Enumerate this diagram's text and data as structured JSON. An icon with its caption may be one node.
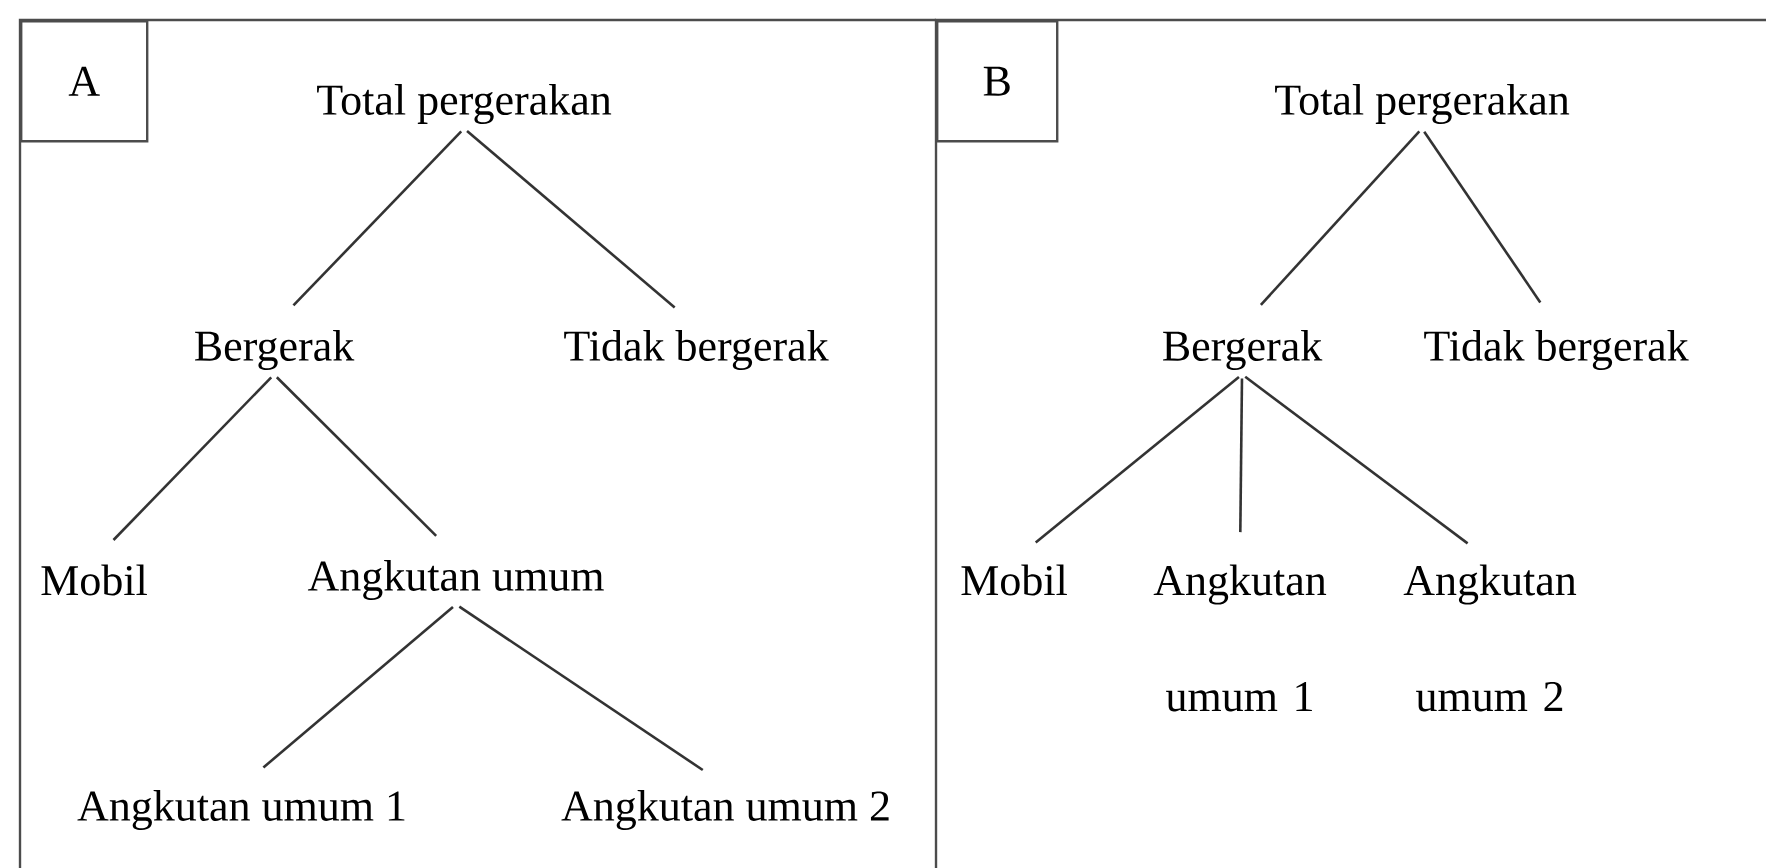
{
  "diagram": {
    "nodes": [
      {
        "text": [
          "A"
        ]
      },
      {
        "text": [
          "Total pergerakan"
        ],
        "in": 0
      },
      {
        "text": [
          "Bergerak"
        ],
        "in": 0
      },
      {
        "text": [
          "Tidak bergerak"
        ],
        "in": 0
      },
      {
        "text": [
          "Mobil"
        ],
        "in": 0
      },
      {
        "text": [
          "Angkutan umum"
        ],
        "in": 0
      },
      {
        "text": [
          "Angkutan umum 1"
        ],
        "in": 0
      },
      {
        "text": [
          "Angkutan umum 2"
        ],
        "in": 0
      },
      {
        "text": [
          "B"
        ]
      },
      {
        "text": [
          "Total pergerakan"
        ],
        "in": 8
      },
      {
        "text": [
          "Bergerak"
        ],
        "in": 8
      },
      {
        "text": [
          "Tidak bergerak"
        ],
        "in": 8
      },
      {
        "text": [
          "Mobil"
        ],
        "in": 8
      },
      {
        "text": [
          "Angkutan umum 1"
        ],
        "in": 8
      },
      {
        "text": [
          "Angkutan umum 2"
        ],
        "in": 8
      }
    ],
    "edges": [
      {
        "from": 1,
        "to": 2,
        "arrow": "none"
      },
      {
        "from": 1,
        "to": 3,
        "arrow": "none"
      },
      {
        "from": 2,
        "to": 4,
        "arrow": "none"
      },
      {
        "from": 2,
        "to": 5,
        "arrow": "none"
      },
      {
        "from": 5,
        "to": 6,
        "arrow": "none"
      },
      {
        "from": 5,
        "to": 7,
        "arrow": "none"
      },
      {
        "from": 9,
        "to": 10,
        "arrow": "none"
      },
      {
        "from": 9,
        "to": 11,
        "arrow": "none"
      },
      {
        "from": 10,
        "to": 12,
        "arrow": "none"
      },
      {
        "from": 10,
        "to": 13,
        "arrow": "none"
      },
      {
        "from": 10,
        "to": 14,
        "arrow": "none"
      }
    ]
  }
}
